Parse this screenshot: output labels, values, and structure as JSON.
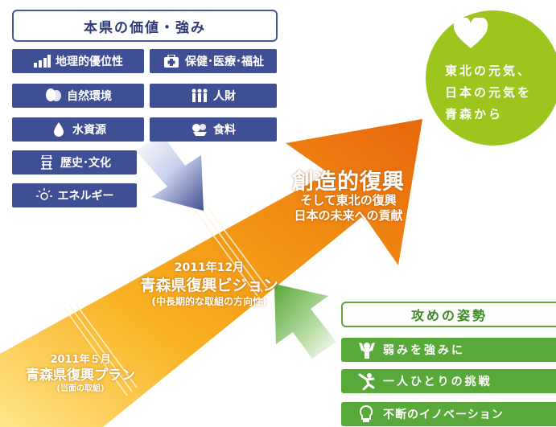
{
  "strengths": {
    "header": "本県の価値・強み",
    "items": [
      {
        "label": "地理的優位性",
        "icon": "bar-chart-icon"
      },
      {
        "label": "保健･医療･福祉",
        "icon": "medical-cross-icon"
      },
      {
        "label": "自然環境",
        "icon": "tree-icon"
      },
      {
        "label": "人財",
        "icon": "people-icon"
      },
      {
        "label": "水資源",
        "icon": "water-drop-icon"
      },
      {
        "label": "食料",
        "icon": "food-icon"
      },
      {
        "label": "歴史･文化",
        "icon": "history-icon"
      },
      {
        "label": "エネルギー",
        "icon": "energy-icon"
      }
    ]
  },
  "circle": {
    "lines": [
      "東北の元気、",
      "日本の元気を",
      "青森から"
    ],
    "icon": "heart-icon",
    "color": "#9cc61d"
  },
  "arrow": {
    "title": "創造的復興",
    "subtitle_lines": [
      "そして東北の復興",
      "日本の未来への貢献"
    ]
  },
  "vision": {
    "date": "2011年12月",
    "name": "青森県復興ビジョン",
    "note": "(中長期的な取組の方向性)"
  },
  "plan": {
    "date": "2011年５月",
    "name": "青森県復興プラン",
    "note": "(当面の取組)"
  },
  "attack": {
    "header": "攻めの姿勢",
    "items": [
      {
        "label": "弱みを強みに",
        "icon": "strong-arm-icon"
      },
      {
        "label": "一人ひとりの挑戦",
        "icon": "jumping-person-icon"
      },
      {
        "label": "不断のイノベーション",
        "icon": "light-bulb-icon"
      }
    ]
  },
  "colors": {
    "navy": "#3f4f93",
    "green": "#58a83a",
    "lime": "#9cc61d",
    "orange": "#ef7d12"
  }
}
